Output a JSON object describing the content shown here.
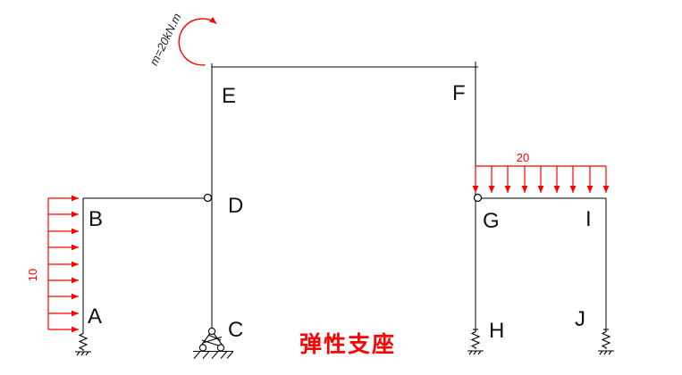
{
  "nodes": {
    "A": "A",
    "B": "B",
    "C": "C",
    "D": "D",
    "E": "E",
    "F": "F",
    "G": "G",
    "H": "H",
    "I": "I",
    "J": "J"
  },
  "loads": {
    "moment_label": "m=20kN.m",
    "left_distributed_value": "10",
    "right_distributed_value": "20"
  },
  "annotations": {
    "elastic_support": "弹性支座"
  },
  "colors": {
    "load_red": "#ff0000",
    "structure": "#000000",
    "label_text": "#111111"
  },
  "icons": {
    "moment": "moment-arrow-icon",
    "hinge": "hinge-circle-icon",
    "spring": "spring-support-icon",
    "elastic_pin_support": "elastic-pin-support-icon"
  }
}
